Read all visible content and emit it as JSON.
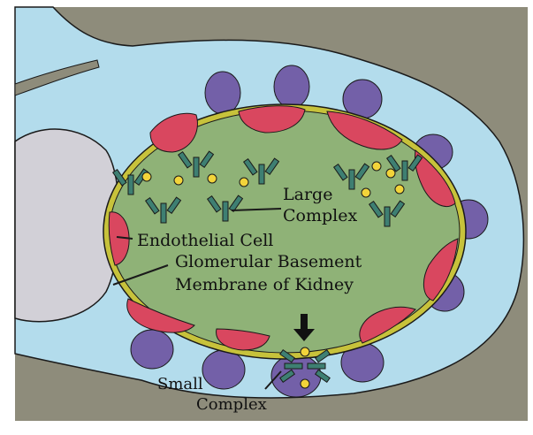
{
  "labels": {
    "large_complex_line1": "Large",
    "large_complex_line2": "Complex",
    "endothelial_cell": "Endothelial Cell",
    "gbm_line1": "Glomerular Basement",
    "gbm_line2": "Membrane of Kidney",
    "small_complex_line1": "Small",
    "small_complex_line2": "Complex"
  },
  "colors": {
    "background_gray": "#8e8c7b",
    "fluid_light_blue": "#b3dcec",
    "lumen_green": "#8fb277",
    "membrane_yellow": "#c7c23b",
    "endothelial_red": "#d9475f",
    "podocyte_purple": "#7360a8",
    "antibody_teal": "#3e7f72",
    "antigen_yellow": "#f2d43a",
    "side_cell_gray": "#d2d0d7",
    "outline": "#1a1a1a"
  },
  "icons": {
    "arrow": "down-arrow-icon"
  }
}
